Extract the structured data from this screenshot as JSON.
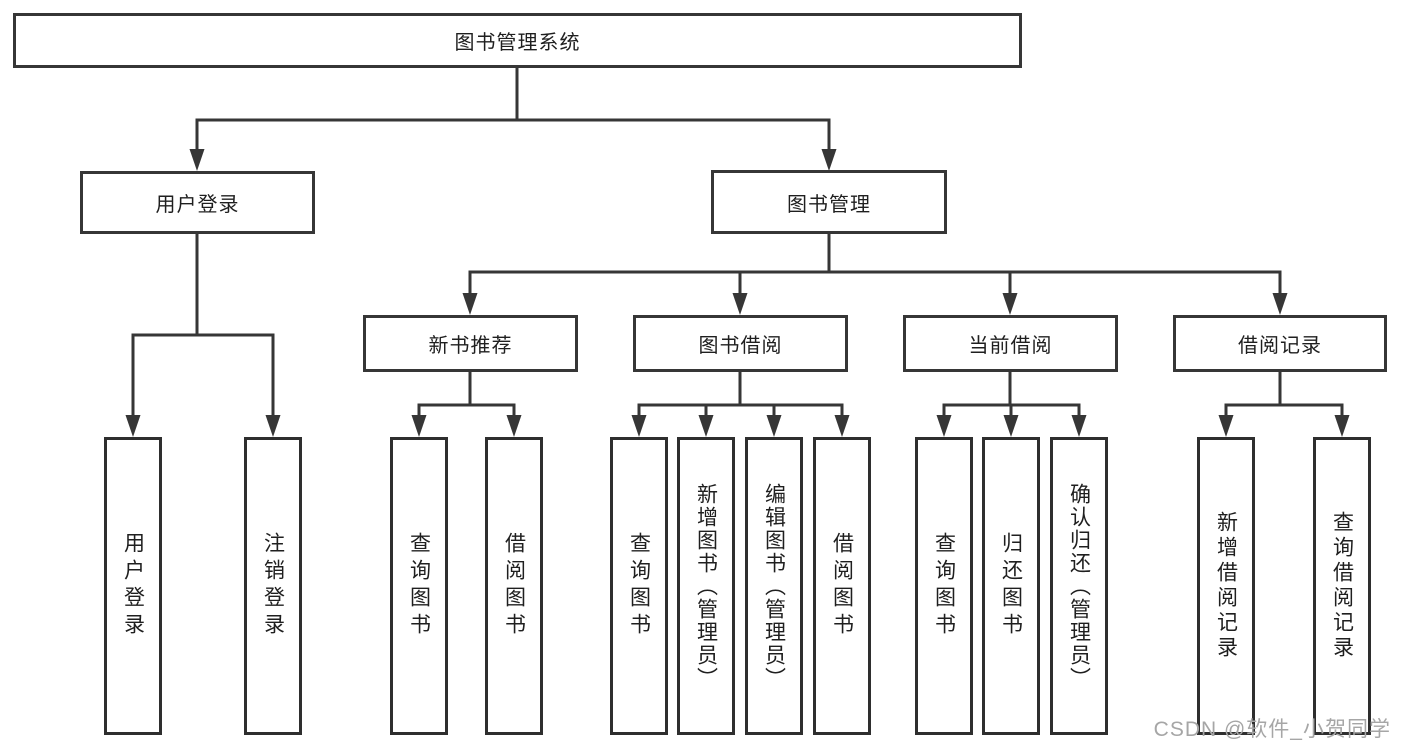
{
  "diagram": {
    "type": "hierarchy-tree",
    "nodes": {
      "root": "图书管理系统",
      "user_login": "用户登录",
      "book_management": "图书管理",
      "new_book_recommend": "新书推荐",
      "book_borrowing": "图书借阅",
      "current_borrowing": "当前借阅",
      "borrowing_records": "借阅记录",
      "user_login_leaf": "用户登录",
      "logout_leaf": "注销登录",
      "query_books_recommend": "查询图书",
      "borrow_books_recommend": "借阅图书",
      "query_books_borrowing": "查询图书",
      "add_books_admin": "新增图书（管理员）",
      "edit_books_admin": "编辑图书（管理员）",
      "borrow_books_borrowing": "借阅图书",
      "query_books_current": "查询图书",
      "return_books": "归还图书",
      "confirm_return_admin": "确认归还（管理员）",
      "add_borrow_record": "新增借阅记录",
      "query_borrow_record": "查询借阅记录"
    },
    "edges": [
      {
        "from": "root",
        "to": [
          "user_login",
          "book_management"
        ]
      },
      {
        "from": "user_login",
        "to": [
          "user_login_leaf",
          "logout_leaf"
        ]
      },
      {
        "from": "book_management",
        "to": [
          "new_book_recommend",
          "book_borrowing",
          "current_borrowing",
          "borrowing_records"
        ]
      },
      {
        "from": "new_book_recommend",
        "to": [
          "query_books_recommend",
          "borrow_books_recommend"
        ]
      },
      {
        "from": "book_borrowing",
        "to": [
          "query_books_borrowing",
          "add_books_admin",
          "edit_books_admin",
          "borrow_books_borrowing"
        ]
      },
      {
        "from": "current_borrowing",
        "to": [
          "query_books_current",
          "return_books",
          "confirm_return_admin"
        ]
      },
      {
        "from": "borrowing_records",
        "to": [
          "add_borrow_record",
          "query_borrow_record"
        ]
      }
    ],
    "colors": {
      "line": "#363636",
      "box_border": "#2e2e2e",
      "text": "#1f1f1f",
      "watermark": "#a6a6a6",
      "background": "#ffffff"
    },
    "watermark": "CSDN @软件_小贺同学"
  }
}
